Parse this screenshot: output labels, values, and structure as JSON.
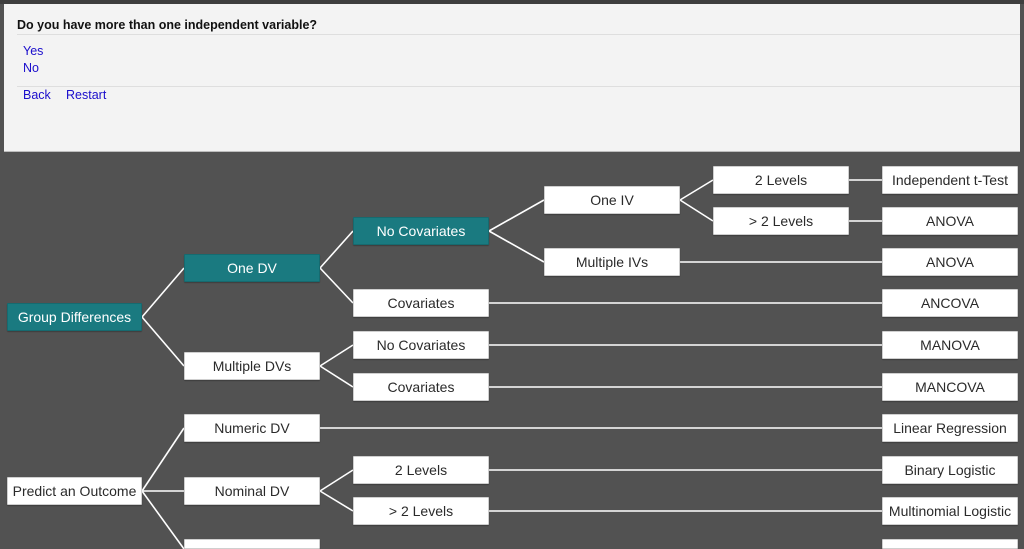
{
  "question": {
    "text": "Do you have more than one independent variable?",
    "options": [
      "Yes",
      "No"
    ],
    "nav": {
      "back": "Back",
      "restart": "Restart"
    }
  },
  "colors": {
    "active_node": "#1a7a80",
    "background": "#525252",
    "link": "#1a0dcc"
  },
  "tree": {
    "group_differences": "Group Differences",
    "one_dv": "One DV",
    "no_covariates_1": "No Covariates",
    "one_iv": "One IV",
    "two_levels_1": "2 Levels",
    "independent_t_test": "Independent t-Test",
    "gt2_levels_1": "> 2 Levels",
    "anova_1": "ANOVA",
    "multiple_ivs": "Multiple IVs",
    "anova_2": "ANOVA",
    "covariates_1": "Covariates",
    "ancova": "ANCOVA",
    "multiple_dvs": "Multiple DVs",
    "no_covariates_2": "No Covariates",
    "manova": "MANOVA",
    "covariates_2": "Covariates",
    "mancova": "MANCOVA",
    "predict_outcome": "Predict an Outcome",
    "numeric_dv": "Numeric DV",
    "linear_regression": "Linear Regression",
    "nominal_dv": "Nominal DV",
    "two_levels_2": "2 Levels",
    "binary_logistic": "Binary Logistic",
    "gt2_levels_2": "> 2 Levels",
    "multinomial_logistic": "Multinomial Logistic"
  }
}
